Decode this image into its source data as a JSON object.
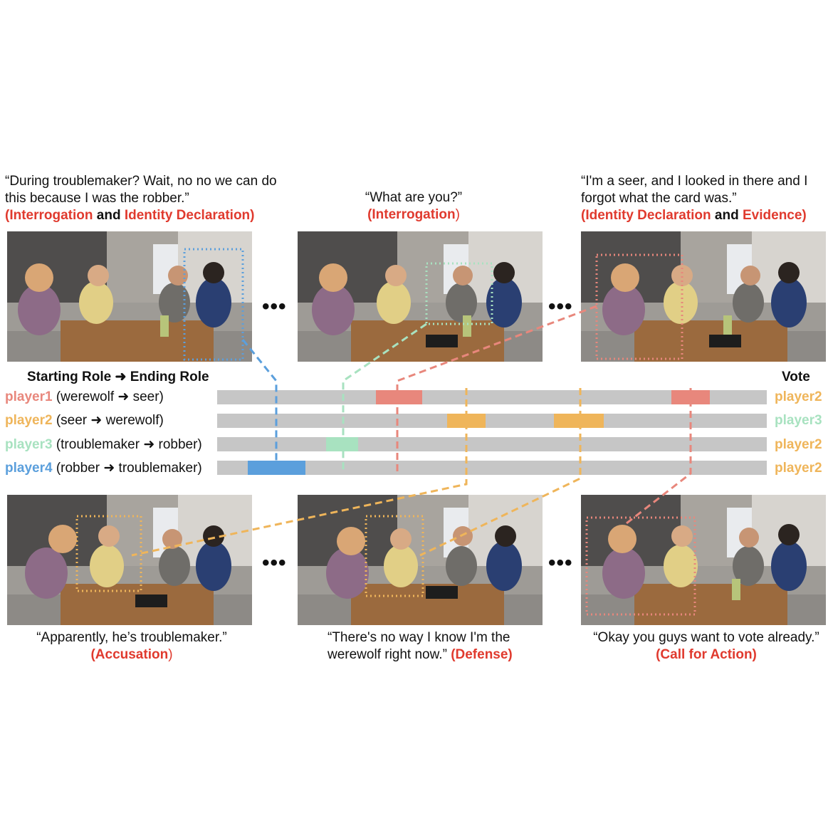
{
  "colors": {
    "player1": "#e8877c",
    "player2": "#efb55a",
    "player3": "#a8e2c0",
    "player4": "#5b9fdc",
    "highlight": "#e03a2e",
    "track": "#c6c6c6"
  },
  "top_quotes": [
    {
      "text": "“During troublemaker? Wait, no no we can do this because I was the robber.”",
      "tag1": "(Interrogation",
      "joiner": " and ",
      "tag2": "Identity Declaration)"
    },
    {
      "text": "“What are you?”",
      "tag1": "(Interrogation",
      "close": ")"
    },
    {
      "text": "“I'm a seer, and I looked in there and I forgot what the card was.”",
      "tag1": "(Identity Declaration",
      "joiner": " and ",
      "tag2": "Evidence)"
    }
  ],
  "bottom_quotes": [
    {
      "text": "“Apparently, he’s troublemaker.”",
      "tag": "(Accusation",
      "close": ")"
    },
    {
      "text": "“There's no way I know I'm the werewolf right now.”",
      "tag": "(Defense)"
    },
    {
      "text": "“Okay you guys want to vote already.”",
      "tag": "(Call for Action)"
    }
  ],
  "ellipsis": "•••",
  "timeline": {
    "header_roles": "Starting Role ➜ Ending Role",
    "header_vote": "Vote",
    "players": [
      {
        "name": "player1",
        "roles": " (werewolf ➜ seer)",
        "vote": "player2",
        "vote_color": "#efb55a"
      },
      {
        "name": "player2",
        "roles": " (seer ➜ werewolf)",
        "vote": "player3",
        "vote_color": "#a8e2c0"
      },
      {
        "name": "player3",
        "roles": " (troublemaker ➜ robber)",
        "vote": "player2",
        "vote_color": "#efb55a"
      },
      {
        "name": "player4",
        "roles": " (robber ➜ troublemaker)",
        "vote": "player2",
        "vote_color": "#efb55a"
      }
    ]
  }
}
